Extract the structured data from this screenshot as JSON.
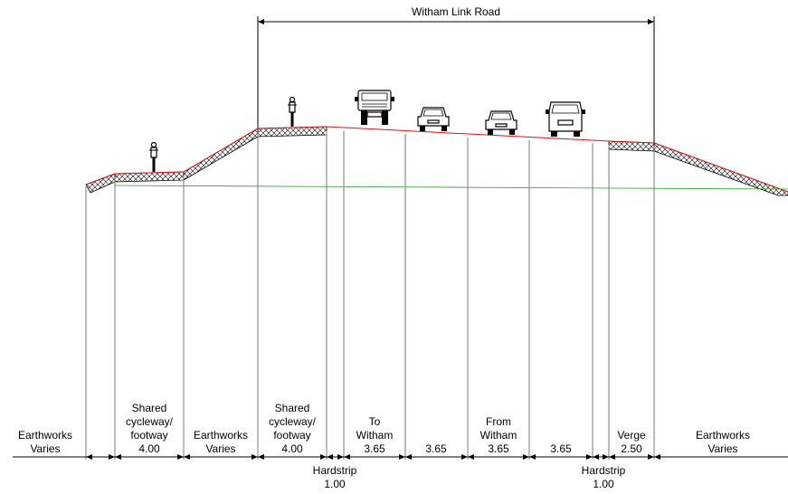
{
  "title": "Witham Link Road",
  "sections": [
    {
      "lines": [
        "Earthworks",
        "Varies"
      ]
    },
    {
      "lines": [
        "Shared",
        "cycleway/",
        "footway",
        "4.00"
      ]
    },
    {
      "lines": [
        "Earthworks",
        "Varies"
      ]
    },
    {
      "lines": [
        "Shared",
        "cycleway/",
        "footway",
        "4.00"
      ]
    },
    {
      "lines": [
        "To",
        "Witham",
        "3.65"
      ]
    },
    {
      "lines": [
        "3.65"
      ]
    },
    {
      "lines": [
        "From",
        "Witham",
        "3.65"
      ]
    },
    {
      "lines": [
        "3.65"
      ]
    },
    {
      "lines": [
        "Verge",
        "2.50"
      ]
    },
    {
      "lines": [
        "Earthworks",
        "Varies"
      ]
    }
  ],
  "hardstrips": [
    {
      "lines": [
        "Hardstrip",
        "1.00"
      ]
    },
    {
      "lines": [
        "Hardstrip",
        "1.00"
      ]
    }
  ],
  "users": [
    {
      "icon": "cyclist-icon"
    },
    {
      "icon": "cyclist-icon"
    },
    {
      "icon": "truck-icon"
    },
    {
      "icon": "car-icon"
    },
    {
      "icon": "car-icon"
    },
    {
      "icon": "van-icon"
    }
  ],
  "colors": {
    "surface": "#e01010",
    "ground": "#2aa02a",
    "lines": "#7a7a7a"
  }
}
